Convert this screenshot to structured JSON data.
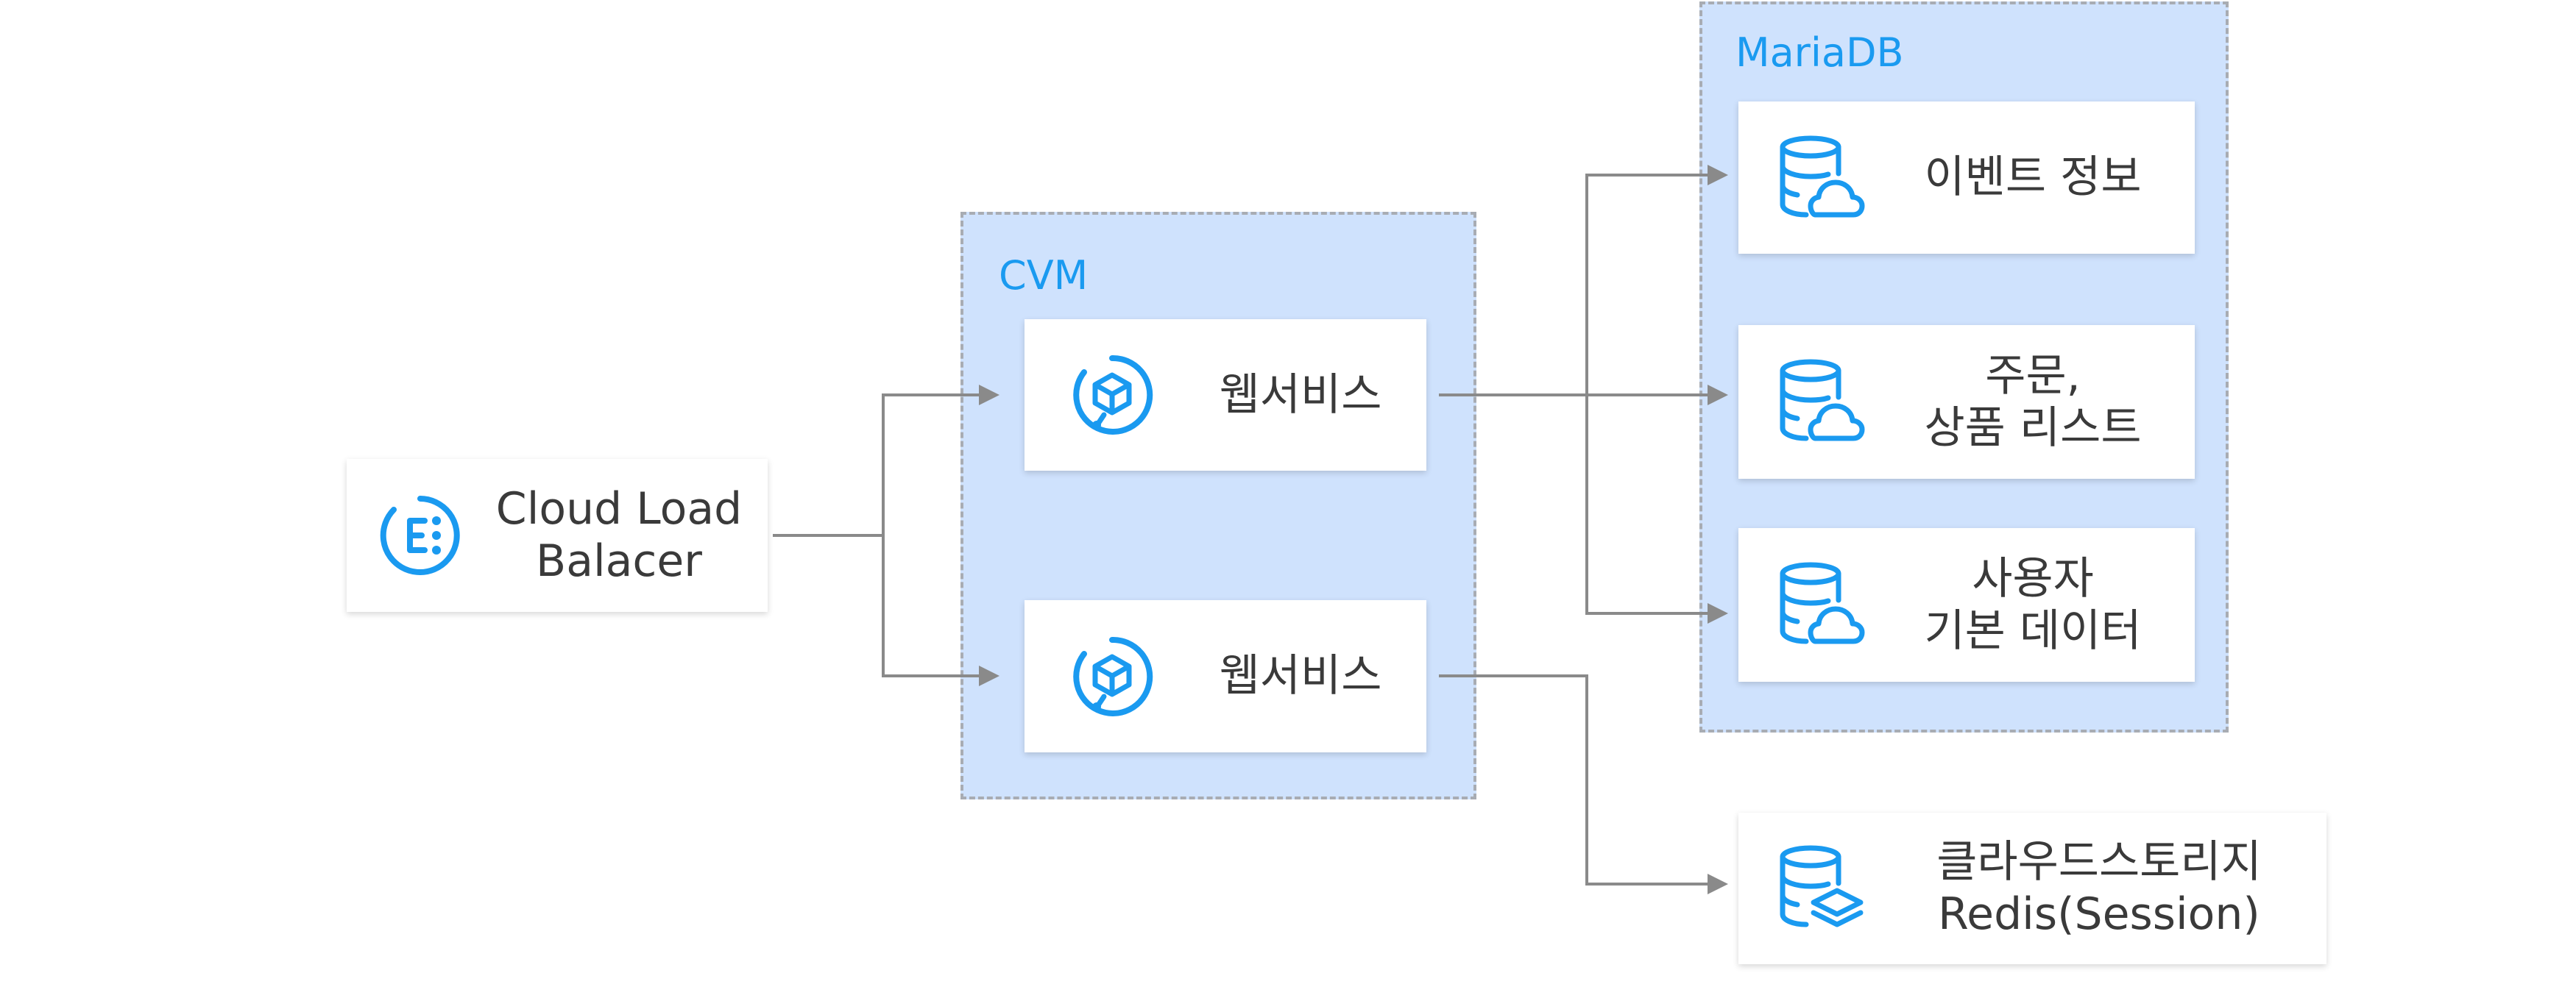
{
  "colors": {
    "accent": "#1a9af0",
    "group_fill": "#cfe2fd",
    "group_border": "#a8acb3",
    "connector": "#8a8a8a",
    "text": "#3a3a3a"
  },
  "groups": {
    "cvm": {
      "label": "CVM"
    },
    "mariadb": {
      "label": "MariaDB"
    }
  },
  "nodes": {
    "load_balancer": {
      "line1": "Cloud Load",
      "line2": "Balacer",
      "icon": "load-balancer-icon"
    },
    "web_service_1": {
      "label": "웹서비스",
      "icon": "cube-service-icon"
    },
    "web_service_2": {
      "label": "웹서비스",
      "icon": "cube-service-icon"
    },
    "event_info": {
      "label": "이벤트 정보",
      "icon": "database-cloud-icon"
    },
    "order_list": {
      "line1": "주문,",
      "line2": "상품 리스트",
      "icon": "database-cloud-icon"
    },
    "user_data": {
      "line1": "사용자",
      "line2": "기본 데이터",
      "icon": "database-cloud-icon"
    },
    "redis": {
      "line1": "클라우드스토리지",
      "line2": "Redis(Session)",
      "icon": "database-layers-icon"
    }
  }
}
